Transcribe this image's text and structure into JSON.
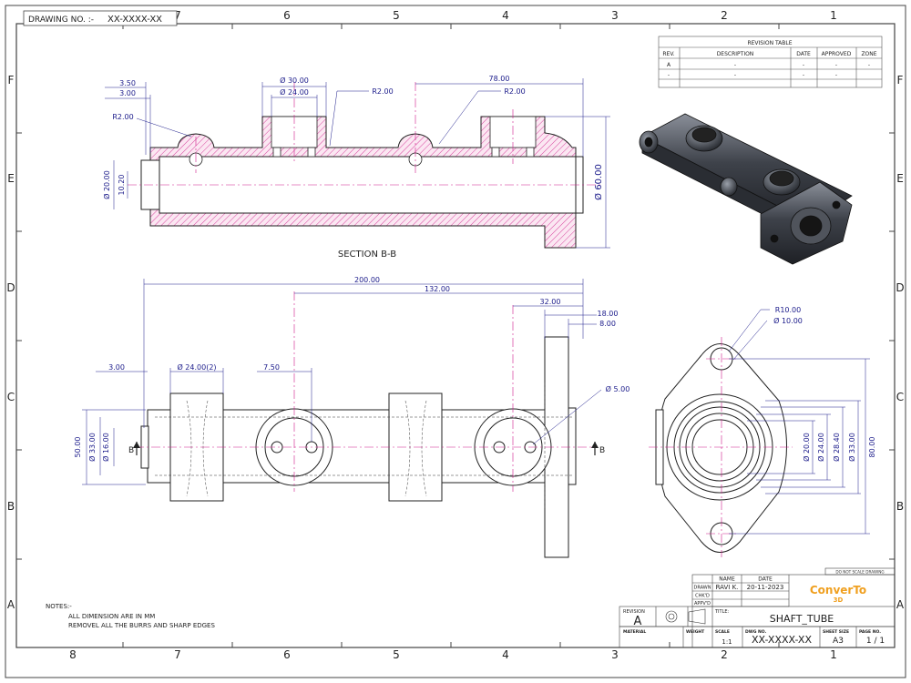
{
  "drawing_no_label": "DRAWING NO. :-",
  "drawing_no_value": "XX-XXXX-XX",
  "columns": [
    "8",
    "7",
    "6",
    "5",
    "4",
    "3",
    "2",
    "1"
  ],
  "rows": [
    "F",
    "E",
    "D",
    "C",
    "B",
    "A"
  ],
  "revision_table": {
    "title": "REVISION TABLE",
    "headers": [
      "REV.",
      "DESCRIPTION",
      "DATE",
      "APPROVED",
      "ZONE"
    ],
    "rows": [
      [
        "A",
        "-",
        "-",
        "-",
        "-"
      ],
      [
        "-",
        "-",
        "-",
        "-",
        ""
      ]
    ]
  },
  "section_label": "SECTION B-B",
  "section_marker": "B",
  "top_dims": {
    "d350": "3.50",
    "d300": "3.00",
    "dia30": "Ø 30.00",
    "dia24": "Ø 24.00",
    "r2a": "R2.00",
    "d78": "78.00",
    "r2b": "R2.00",
    "r2c": "R2.00",
    "dia20": "Ø 20.00",
    "d1020": "10.20",
    "dia60": "Ø 60.00"
  },
  "front_dims": {
    "d200": "200.00",
    "d132": "132.00",
    "d32": "32.00",
    "d18": "18.00",
    "d8": "8.00",
    "d3": "3.00",
    "dia24x2": "Ø 24.00(2)",
    "d75": "7.50",
    "dia5": "Ø 5.00",
    "d50": "50.00",
    "dia33": "Ø 33.00",
    "dia16": "Ø 16.00"
  },
  "side_dims": {
    "r10": "R10.00",
    "dia10": "Ø 10.00",
    "dia20": "Ø 20.00",
    "dia24": "Ø 24.00",
    "dia284": "Ø 28.40",
    "dia33": "Ø 33.00",
    "d80": "80.00"
  },
  "notes": {
    "title": "NOTES:-",
    "lines": [
      "ALL DIMENSION ARE IN MM",
      "REMOVEL ALL THE  BURRS AND SHARP EDGES"
    ]
  },
  "title_block": {
    "do_not_scale": "DO NOT SCALE DRAWING",
    "name_header": "NAME",
    "date_header": "DATE",
    "drawn_label": "DRAWN",
    "drawn_name": "RAVI K.",
    "drawn_date": "20-11-2023",
    "chkd_label": "CHK'D",
    "appvd_label": "APPV'D",
    "logo_main": "ConverTo",
    "logo_sub": "3D",
    "revision_label": "REVISION",
    "revision_value": "A",
    "title_label": "TITLE:",
    "title_value": "SHAFT_TUBE",
    "material_label": "MATERIAL",
    "weight_label": "WEIGHT",
    "scale_label": "SCALE",
    "scale_value": "1:1",
    "dwg_label": "DWG NO.",
    "dwg_value": "XX-XXXX-XX",
    "sheet_size_label": "SHEET SIZE",
    "sheet_size_value": "A3",
    "page_label": "PAGE NO.",
    "page_value": "1 / 1"
  },
  "colors": {
    "hatch": "#d01a8a",
    "dimension": "#1a1a8a",
    "centerline": "#d01a8a",
    "logo": "#f0a020"
  }
}
